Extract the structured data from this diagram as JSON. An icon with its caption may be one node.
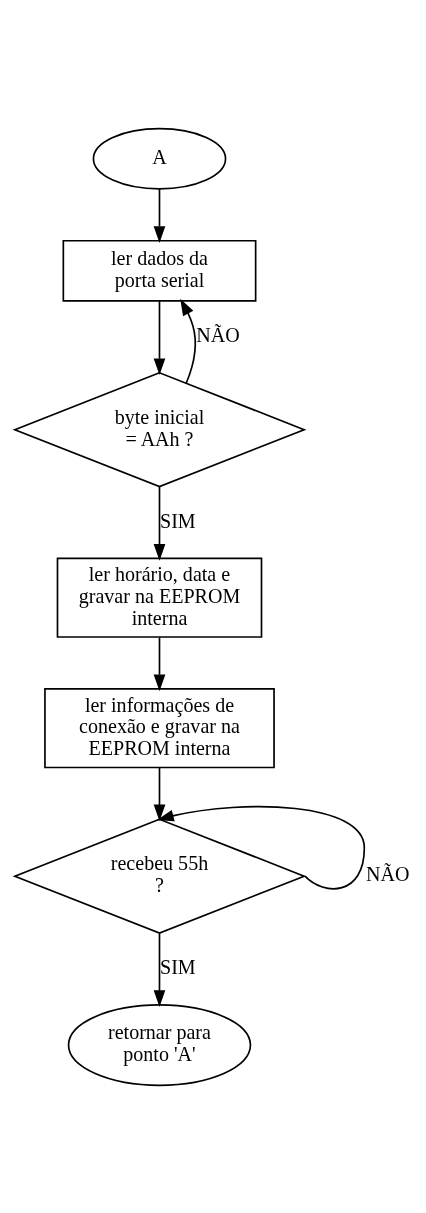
{
  "diagram": {
    "nodes": [
      {
        "text": [
          "A"
        ]
      },
      {
        "text": [
          "ler dados da porta serial"
        ]
      },
      {
        "text": [
          "byte inicial = AAh ?"
        ]
      },
      {
        "text": [
          "ler horário, data e gravar na EEPROM interna"
        ]
      },
      {
        "text": [
          "ler informações de conexão e gravar na EEPROM interna"
        ]
      },
      {
        "text": [
          "recebeu 55h ?"
        ]
      },
      {
        "text": [
          "retornar para ponto 'A'"
        ]
      }
    ],
    "edges": [
      {
        "from": 0,
        "to": 1,
        "arrow": "to"
      },
      {
        "from": 1,
        "to": 2,
        "arrow": "to"
      },
      {
        "from": 2,
        "to": 1,
        "arrow": "to",
        "label": "NÃO"
      },
      {
        "from": 2,
        "to": 3,
        "arrow": "to",
        "label": "SIM"
      },
      {
        "from": 3,
        "to": 4,
        "arrow": "to"
      },
      {
        "from": 4,
        "to": 5,
        "arrow": "to"
      },
      {
        "from": 5,
        "to": 5,
        "arrow": "to",
        "label": "NÃO"
      },
      {
        "from": 5,
        "to": 6,
        "arrow": "to",
        "label": "SIM"
      }
    ]
  }
}
